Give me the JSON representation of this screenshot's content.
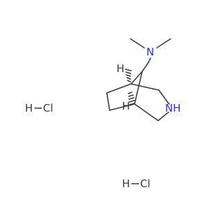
{
  "molecule": {
    "amine_label": "N",
    "ring_nh_label": "NH",
    "stereo_h_top": "H",
    "stereo_h_bottom": "H"
  },
  "salts": [
    {
      "h": "H",
      "cl": "Cl"
    },
    {
      "h": "H",
      "cl": "Cl"
    }
  ],
  "colors": {
    "bond": "#3b3b3b",
    "nitrogen": "#2a2aff"
  }
}
